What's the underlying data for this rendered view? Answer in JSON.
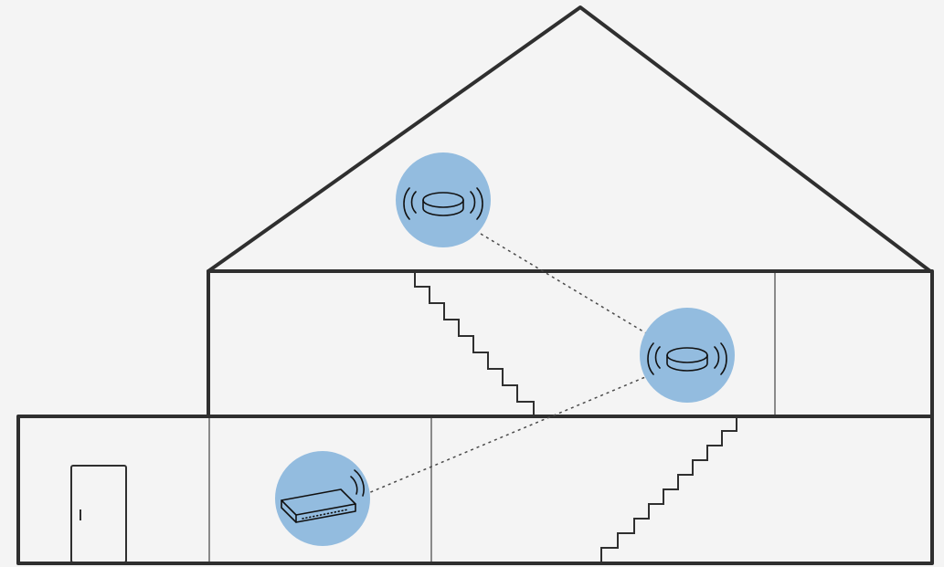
{
  "diagram": {
    "colors": {
      "background": "#f4f4f4",
      "structure": "#2f2f2f",
      "partition": "#8a8a8a",
      "device_halo": "#93bcdf",
      "device_outline": "#111111",
      "connection": "#4a4a4a"
    },
    "house": {
      "levels": [
        "attic",
        "upper-floor",
        "ground-floor"
      ]
    },
    "devices": [
      {
        "id": "attic-access-point",
        "type": "mesh-access-point",
        "icon": "wireless-puck-icon"
      },
      {
        "id": "upper-floor-access-point",
        "type": "mesh-access-point",
        "icon": "wireless-puck-icon"
      },
      {
        "id": "ground-floor-router",
        "type": "router",
        "icon": "wireless-router-icon"
      }
    ],
    "connections": [
      {
        "from": "attic-access-point",
        "to": "upper-floor-access-point",
        "style": "dotted"
      },
      {
        "from": "upper-floor-access-point",
        "to": "ground-floor-router",
        "style": "dotted"
      }
    ]
  }
}
